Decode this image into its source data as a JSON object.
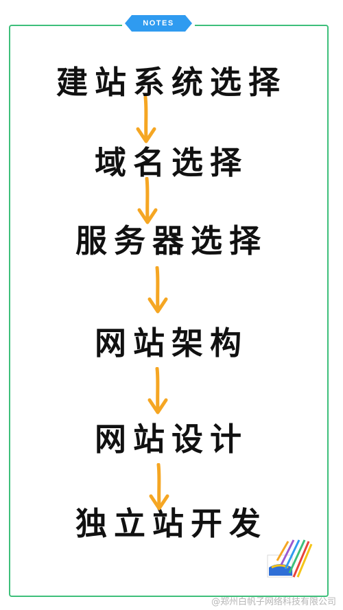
{
  "header": {
    "tag_label": "NOTES"
  },
  "steps": [
    "建站系统选择",
    "域名选择",
    "服务器选择",
    "网站架构",
    "网站设计",
    "独立站开发"
  ],
  "watermark": "@郑州白帆子网络科技有限公司",
  "colors": {
    "frame_border": "#3dbf7a",
    "tag_background": "#2f9bf0",
    "arrow": "#f5a623",
    "text": "#111111"
  },
  "icons": {
    "arrow": "down-arrow-icon",
    "logo": "company-logo-icon"
  }
}
